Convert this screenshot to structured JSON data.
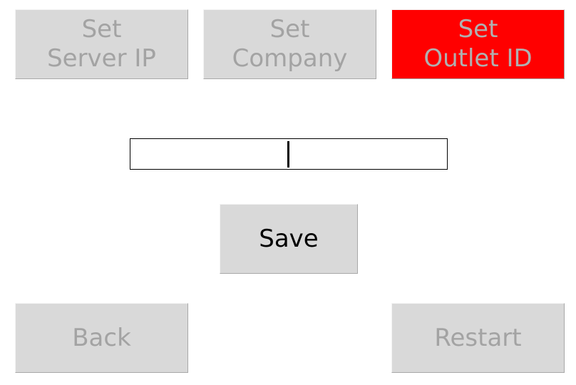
{
  "top_tabs": [
    {
      "line1": "Set",
      "line2": "Server IP",
      "active": false
    },
    {
      "line1": "Set",
      "line2": "Company",
      "active": false
    },
    {
      "line1": "Set",
      "line2": "Outlet ID",
      "active": true
    }
  ],
  "input": {
    "value": "",
    "placeholder": ""
  },
  "actions": {
    "save_label": "Save",
    "back_label": "Back",
    "restart_label": "Restart"
  },
  "colors": {
    "active_tab": "#ff0000",
    "button_bg": "#d9d9d9",
    "disabled_text": "#a3a3a3",
    "primary_text": "#000000"
  }
}
